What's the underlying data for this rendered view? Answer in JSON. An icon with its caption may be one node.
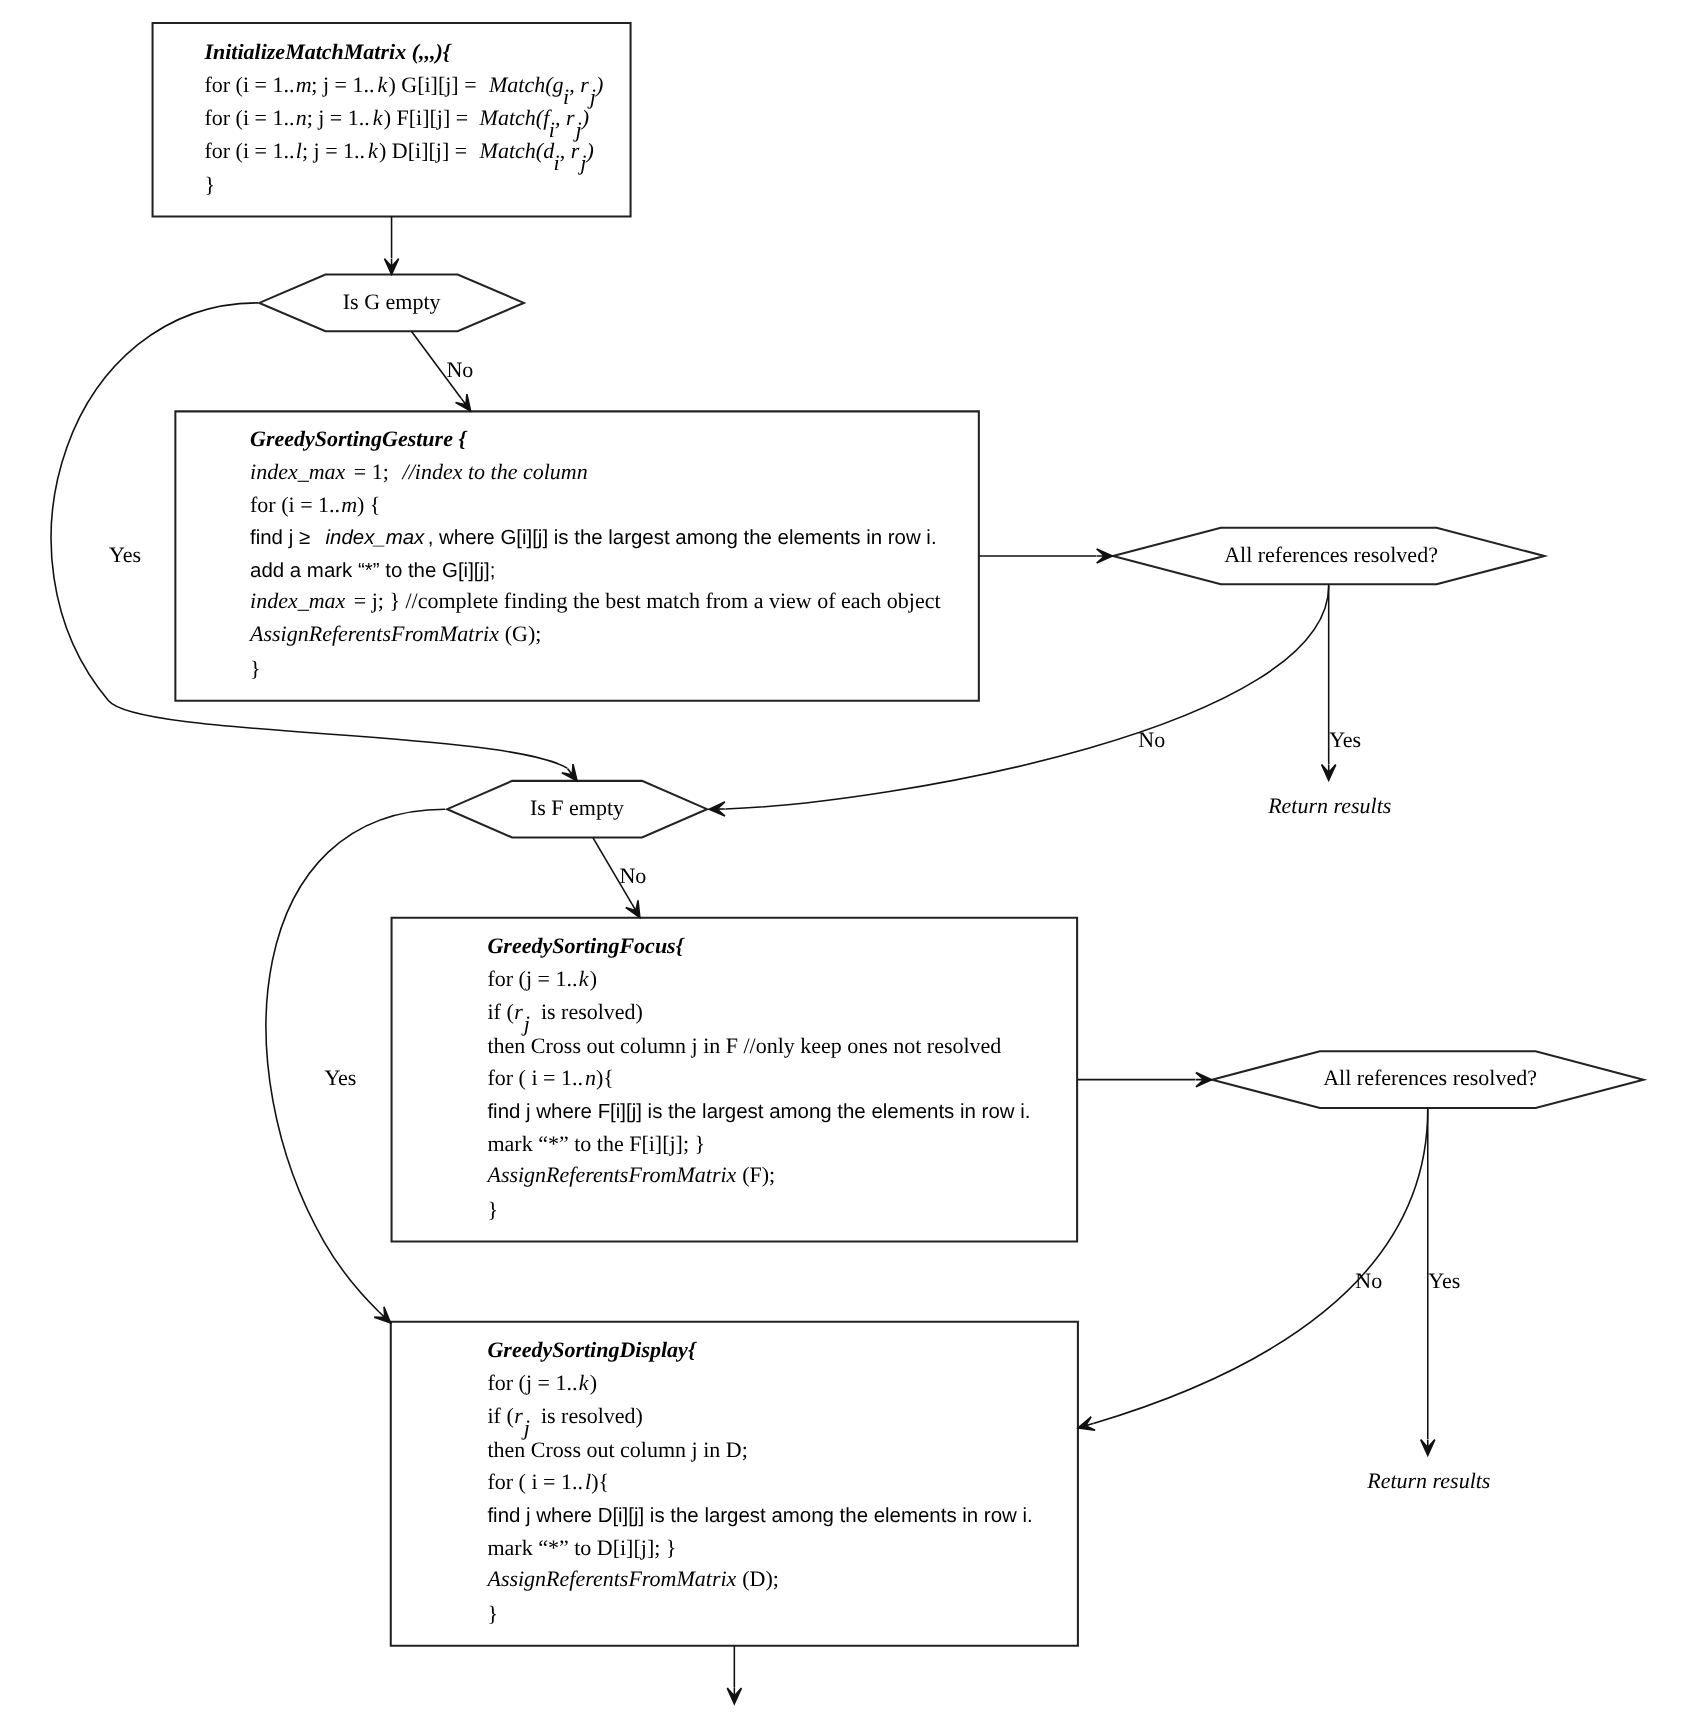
{
  "diagram": {
    "nodes": [
      {
        "text": [
          "InitializeMatchMatrix (,,,){",
          "for (i = 1..*m*; j = 1..*k*) G[i][j] = *Match(g$_{i}$, r$_{j}$)*",
          "for (i = 1..*n*; j = 1..*k*) F[i][j] = *Match(f$_{i}$, r$_{j}$)*",
          "for (i = 1..*l*; j = 1..*k*) D[i][j] = *Match(d$_{i}$, r$_{j}$)*",
          "}"
        ]
      },
      {
        "text": [
          "Is G empty"
        ]
      },
      {
        "text": [
          "GreedySortingGesture {",
          "*index_max* = 1; *//index to the column*",
          "for (i = 1..*m*) {",
          "find j ≥ *index_max*, where G[i][j] is the largest among the elements in row i.",
          "add a mark “*” to the G[i][j];",
          "*index_max* = j; } //complete finding the best match from a view of each object",
          "*AssignReferentsFromMatrix* (G);",
          "}"
        ]
      },
      {
        "text": [
          "All references resolved?"
        ]
      },
      {
        "text": [
          "Return results"
        ]
      },
      {
        "text": [
          "Is F empty"
        ]
      },
      {
        "text": [
          "GreedySortingFocus{",
          "for (j = 1..*k*)",
          "if (*r$_{j}$* is resolved)",
          "then Cross out column j in F //only keep ones not resolved",
          "for ( i = 1..*n*){",
          "find j where F[i][j] is the largest among the elements in row i.",
          "mark “*” to the F[i][j]; }",
          "*AssignReferentsFromMatrix* (F);",
          "}"
        ]
      },
      {
        "text": [
          "All references resolved?"
        ]
      },
      {
        "text": [
          "Return results"
        ]
      },
      {
        "text": [
          "GreedySortingDisplay{",
          "for (j = 1..*k*)",
          "if (*r$_{j}$* is resolved)",
          "then Cross out column j in D;",
          "for ( i = 1..*l*){",
          "find j where D[i][j] is the largest among the elements in row i.",
          "mark “*” to D[i][j]; }",
          "*AssignReferentsFromMatrix* (D);",
          "}"
        ]
      }
    ],
    "edges": [
      {
        "from": 0,
        "to": 1,
        "arrow": "to"
      },
      {
        "from": 1,
        "to": 2,
        "arrow": "to",
        "label": "No"
      },
      {
        "from": 1,
        "to": 5,
        "arrow": "to",
        "label": "Yes"
      },
      {
        "from": 2,
        "to": 3,
        "arrow": "to"
      },
      {
        "from": 3,
        "to": 4,
        "arrow": "to",
        "label": "Yes"
      },
      {
        "from": 3,
        "to": 5,
        "arrow": "to",
        "label": "No"
      },
      {
        "from": 5,
        "to": 6,
        "arrow": "to",
        "label": "No"
      },
      {
        "from": 5,
        "to": 9,
        "arrow": "to",
        "label": "Yes"
      },
      {
        "from": 6,
        "to": 7,
        "arrow": "to"
      },
      {
        "from": 7,
        "to": 8,
        "arrow": "to",
        "label": "Yes"
      },
      {
        "from": 7,
        "to": 9,
        "arrow": "to",
        "label": "No"
      },
      {
        "from": 9,
        "to": null,
        "arrow": "to"
      }
    ]
  }
}
